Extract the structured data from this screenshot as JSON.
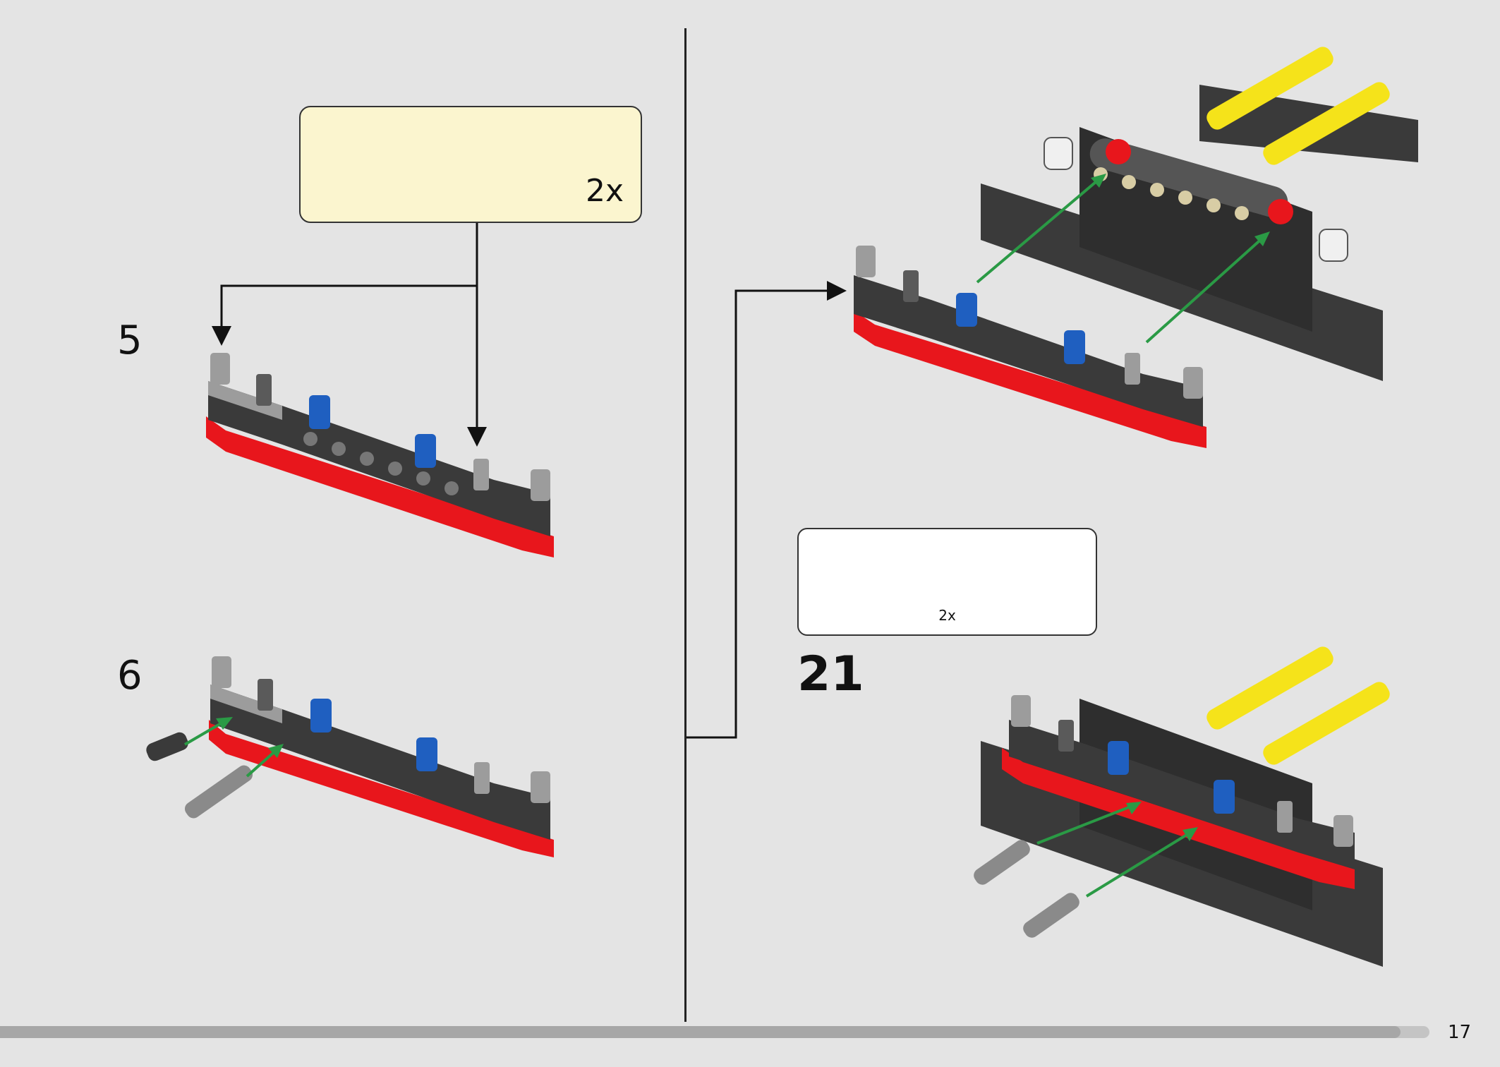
{
  "page": {
    "page_number": "17",
    "progress": 0.98
  },
  "steps": [
    {
      "number": "5"
    },
    {
      "number": "6"
    },
    {
      "number": "21"
    }
  ],
  "callout": {
    "quantity": "2x"
  },
  "parts_box": {
    "quantity": "2x"
  },
  "colors": {
    "background": "#e4e4e4",
    "callout_fill": "#fbf5cf",
    "brick_red": "#e8161c",
    "brick_dark": "#3a3a3a",
    "brick_gray": "#b0b0b0",
    "pin_blue": "#1f5fc0",
    "arrow_green": "#2a9a45",
    "piston_yellow": "#f5e31a"
  }
}
